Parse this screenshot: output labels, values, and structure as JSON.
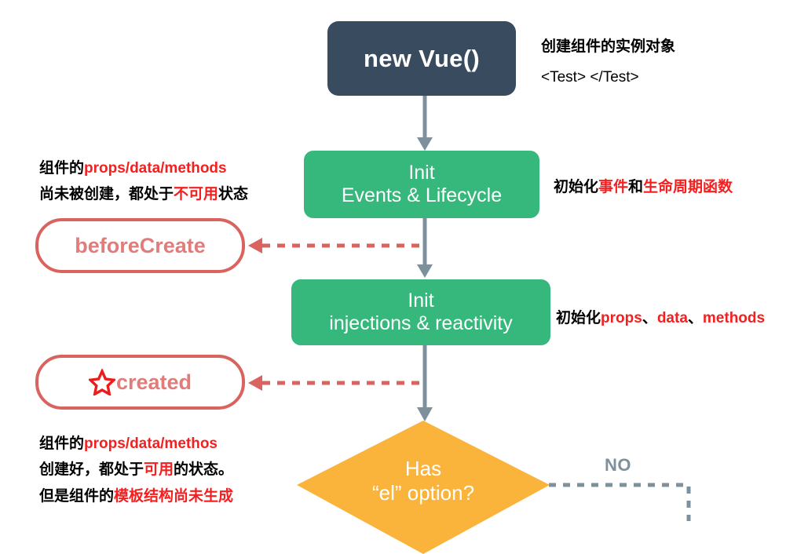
{
  "diagram": {
    "title": "Vue lifecycle diagram (partial)",
    "colors": {
      "dark_node": "#394b5e",
      "green_node": "#36b87c",
      "diamond": "#fab43c",
      "hook_border": "#d9635f",
      "hook_text": "#e07d7b",
      "connector": "#7e909c",
      "dashed_hook": "#d9635f",
      "accent_red": "#f41f1f",
      "no_label": "#7e909c"
    },
    "nodes": {
      "new_vue": {
        "label": "new Vue()"
      },
      "init_events": {
        "line1": "Init",
        "line2": "Events & Lifecycle"
      },
      "init_injections": {
        "line1": "Init",
        "line2": "injections & reactivity"
      },
      "has_el": {
        "line1": "Has",
        "line2": "“el” option?"
      }
    },
    "hooks": {
      "before_create": {
        "label": "beforeCreate",
        "icon": ""
      },
      "created": {
        "label": "created",
        "icon": "star-icon"
      }
    },
    "annotations": {
      "new_vue_right": {
        "line1": "创建组件的实例对象",
        "line2": "<Test> </Test>"
      },
      "before_create_left": {
        "line1_black1": "组件的",
        "line1_red": "props/data/methods",
        "line2_black1": "尚未被创建，都处于",
        "line2_red": "不可用",
        "line2_black2": "状态"
      },
      "init_events_right": {
        "black1": "初始化",
        "red1": "事件",
        "black2": "和",
        "red2": "生命周期函数"
      },
      "init_injections_right": {
        "black1": "初始化",
        "red1": "props",
        "sep1": "、",
        "red2": "data",
        "sep2": "、",
        "red3": "methods"
      },
      "created_left": {
        "line1_black1": "组件的",
        "line1_red": "props/data/methos",
        "line2_black1": "创建好，都处于",
        "line2_red": "可用",
        "line2_black2": "的状态。",
        "line3_black1": "但是组件的",
        "line3_red": "模板结构尚未生成"
      }
    },
    "edges": {
      "no_label": "NO"
    }
  }
}
